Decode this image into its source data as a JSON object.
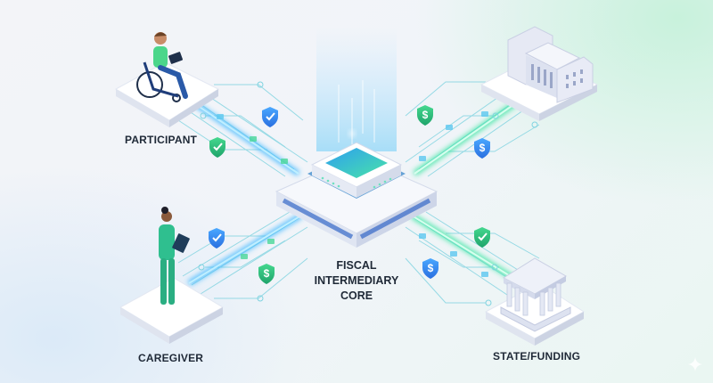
{
  "diagram": {
    "center": {
      "label_lines": [
        "FISCAL",
        "INTERMEDIARY",
        "CORE"
      ],
      "icon": "server-core-icon",
      "accent": "#3fd6b0"
    },
    "nodes": [
      {
        "id": "participant",
        "label": "PARTICIPANT",
        "icon": "wheelchair-user-icon",
        "position": "top-left"
      },
      {
        "id": "caregiver",
        "label": "CAREGIVER",
        "icon": "nurse-with-clipboard-icon",
        "position": "bottom-left"
      },
      {
        "id": "state-top",
        "label": "",
        "icon": "government-building-icon",
        "position": "top-right"
      },
      {
        "id": "state-funding",
        "label": "STATE/FUNDING",
        "icon": "bank-columns-icon",
        "position": "bottom-right"
      }
    ],
    "badges": [
      {
        "type": "check-shield",
        "color": "#2f80ed"
      },
      {
        "type": "check-shield",
        "color": "#22b573"
      },
      {
        "type": "dollar-shield",
        "color": "#22b573"
      },
      {
        "type": "dollar-shield",
        "color": "#2f80ed"
      },
      {
        "type": "check-shield",
        "color": "#2f80ed"
      },
      {
        "type": "dollar-shield",
        "color": "#22b573"
      },
      {
        "type": "check-shield",
        "color": "#22b573"
      },
      {
        "type": "dollar-shield",
        "color": "#2f80ed"
      }
    ],
    "colors": {
      "blue_flow": "#38b6ff",
      "green_flow": "#2ee59d",
      "circuit_line": "#7fd3e0",
      "platform": "#f4f6fb",
      "label_text": "#1f2937"
    }
  }
}
